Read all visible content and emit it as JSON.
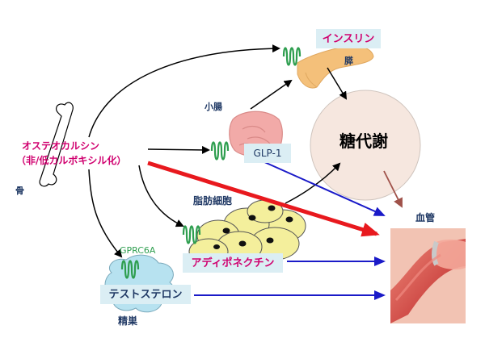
{
  "nodes": {
    "bone": "骨",
    "osteocalcin_line1": "オステオカルシン",
    "osteocalcin_line2": "（非/低カルボキシル化）",
    "insulin": "インスリン",
    "pancreas": "膵",
    "small_intestine": "小腸",
    "glp1": "GLP-1",
    "glucose_metabolism": "糖代謝",
    "adipocyte": "脂肪細胞",
    "adiponectin": "アディポネクチン",
    "receptor": "GPRC6A",
    "testosterone": "テストステロン",
    "testis": "精巣",
    "blood_vessel": "血管"
  },
  "colors": {
    "label_pink": "#d0006f",
    "label_navy": "#1f3864",
    "receptor_green": "#2e9e4f",
    "box_fill": "#dbeef4",
    "arrow_black": "#000000",
    "arrow_blue": "#1a1ac8",
    "arrow_red": "#e8191e",
    "arrow_brown": "#a0524a",
    "metabolism_circle": "#f6e7df",
    "fat_yellow": "#f4ef9c",
    "vessel_red": "#d4282d"
  },
  "icons": [
    "bone-icon",
    "pancreas-icon",
    "intestine-icon",
    "adipocyte-cluster-icon",
    "testis-icon",
    "blood-vessel-icon",
    "receptor-icon"
  ]
}
